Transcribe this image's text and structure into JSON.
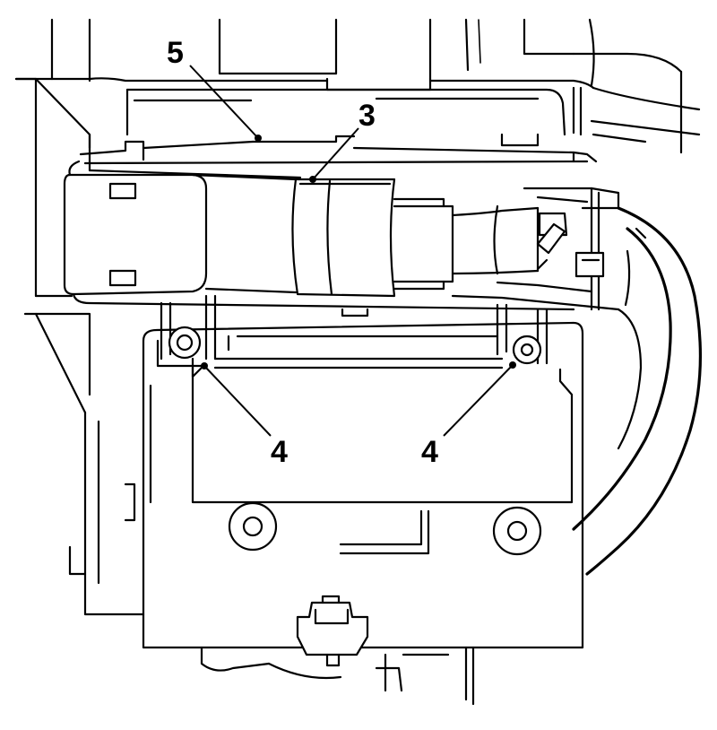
{
  "callouts": [
    {
      "id": "callout-5",
      "label": "5"
    },
    {
      "id": "callout-3",
      "label": "3"
    },
    {
      "id": "callout-4-left",
      "label": "4"
    },
    {
      "id": "callout-4-right",
      "label": "4"
    }
  ],
  "colors": {
    "line": "#000000",
    "background": "#ffffff"
  }
}
